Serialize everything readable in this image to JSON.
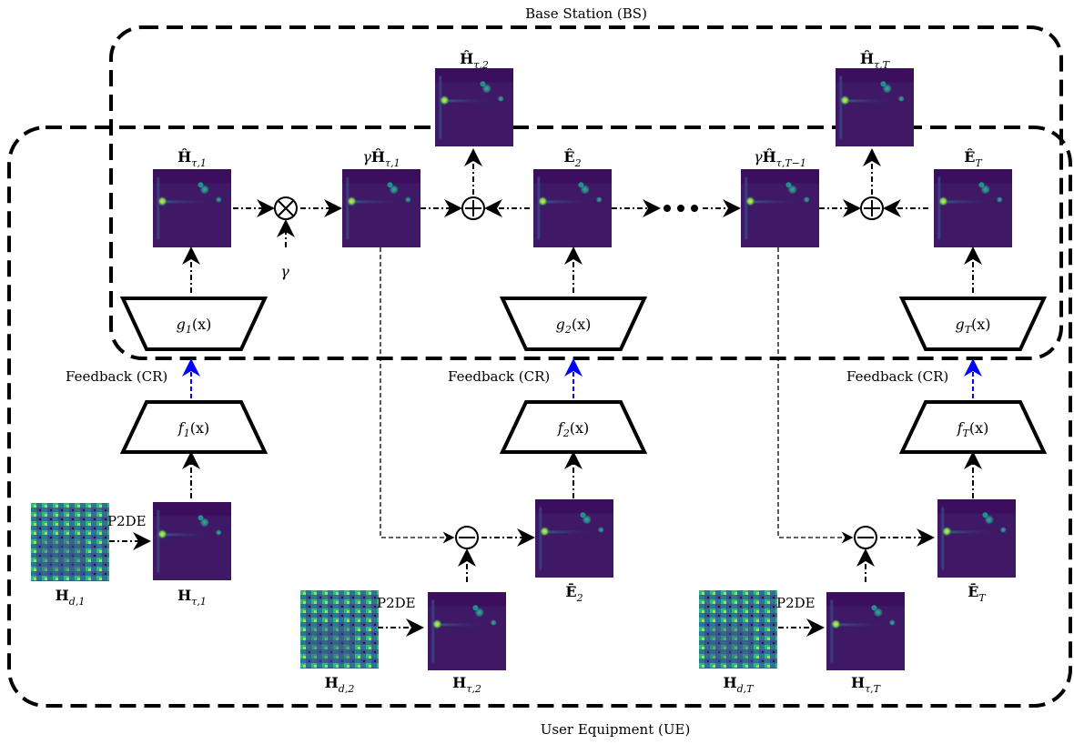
{
  "regions": {
    "bs": "Base Station (BS)",
    "ue": "User Equipment (UE)"
  },
  "feedback_label": "Feedback (CR)",
  "p2de_label": "P2DE",
  "gamma": "γ",
  "decoders": [
    {
      "name": "g",
      "sub": "1",
      "arg": "(x)"
    },
    {
      "name": "g",
      "sub": "2",
      "arg": "(x)"
    },
    {
      "name": "g",
      "sub": "T",
      "arg": "(x)"
    }
  ],
  "encoders": [
    {
      "name": "f",
      "sub": "1",
      "arg": "(x)"
    },
    {
      "name": "f",
      "sub": "2",
      "arg": "(x)"
    },
    {
      "name": "f",
      "sub": "T",
      "arg": "(x)"
    }
  ],
  "labels": {
    "h_hat_tau_2": {
      "main": "Ĥ",
      "sub": "τ,2"
    },
    "h_hat_tau_T": {
      "main": "Ĥ",
      "sub": "τ,T"
    },
    "h_hat_tau_1": {
      "main": "Ĥ",
      "sub": "τ,1"
    },
    "gamma_h_hat_tau_1": {
      "pre": "γ",
      "main": "Ĥ",
      "sub": "τ,1"
    },
    "e_hat_2": {
      "main": "Ê",
      "sub": "2"
    },
    "gamma_h_hat_tau_T1": {
      "pre": "γ",
      "main": "Ĥ",
      "sub": "τ,T−1"
    },
    "e_hat_T": {
      "main": "Ê",
      "sub": "T"
    },
    "h_d_1": {
      "main": "H",
      "sub": "d,1"
    },
    "h_tau_1": {
      "main": "H",
      "sub": "τ,1"
    },
    "e_bar_2": {
      "main": "Ē",
      "sub": "2"
    },
    "e_bar_T": {
      "main": "Ē",
      "sub": "T"
    },
    "h_d_2": {
      "main": "H",
      "sub": "d,2"
    },
    "h_tau_2": {
      "main": "H",
      "sub": "τ,2"
    },
    "h_d_T": {
      "main": "H",
      "sub": "d,T"
    },
    "h_tau_T": {
      "main": "H",
      "sub": "τ,T"
    }
  },
  "operators": {
    "mul": "⊗",
    "add": "+",
    "sub": "−"
  },
  "colors": {
    "heatmap_bg": "#3b0f5e",
    "heatmap_bright": "#fde725",
    "spatial_bg": "#2a788e",
    "feedback_arrow": "#0000ff",
    "frame": "#000000"
  }
}
